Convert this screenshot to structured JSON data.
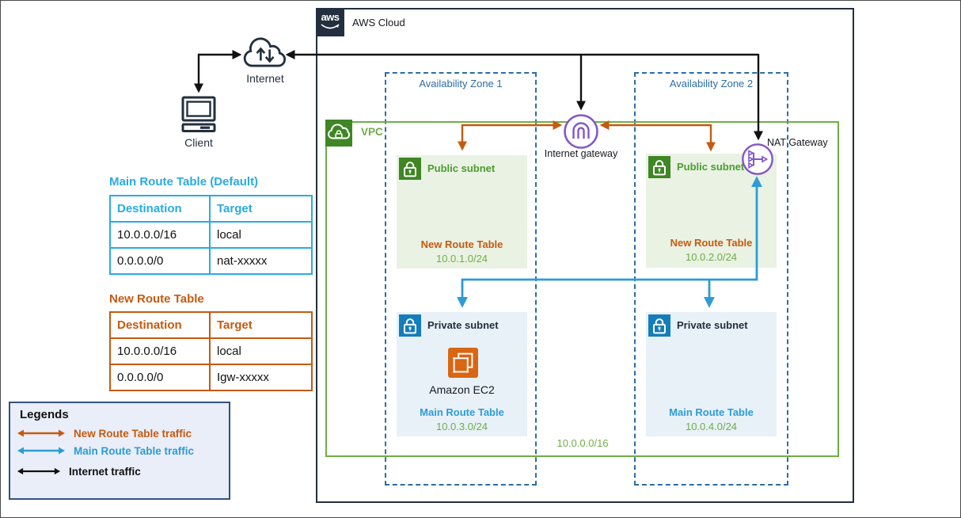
{
  "colors": {
    "new_route_traffic_orange": "#C55A11",
    "main_route_traffic_blue": "#2E9BD6",
    "internet_traffic_black": "#111111",
    "vpc_green": "#70AD47",
    "subnet_icon_green": "#3F8624",
    "subnet_icon_blue": "#147EBA",
    "gateway_purple": "#8456C8",
    "az_dashed_blue": "#2E6DA4",
    "aws_navy": "#232F3E",
    "table_cyan": "#29ABE2",
    "ec2_orange": "#D86613"
  },
  "aws_cloud": {
    "title": "AWS Cloud",
    "logo_text": "aws"
  },
  "external": {
    "internet": "Internet",
    "client": "Client"
  },
  "availability_zones": [
    {
      "label": "Availability Zone 1"
    },
    {
      "label": "Availability Zone 2"
    }
  ],
  "vpc": {
    "label": "VPC",
    "cidr": "10.0.0.0/16"
  },
  "gateways": {
    "internet_gateway": "Internet gateway",
    "nat_gateway": "NAT Gateway"
  },
  "subnets": [
    {
      "label": "Public subnet",
      "route_table": "New Route Table",
      "cidr": "10.0.1.0/24"
    },
    {
      "label": "Public subnet",
      "route_table": "New Route Table",
      "cidr": "10.0.2.0/24"
    },
    {
      "label": "Private subnet",
      "route_table": "Main Route Table",
      "cidr": "10.0.3.0/24",
      "instance": "Amazon EC2"
    },
    {
      "label": "Private subnet",
      "route_table": "Main Route Table",
      "cidr": "10.0.4.0/24"
    }
  ],
  "route_tables": [
    {
      "title": "Main Route Table (Default)",
      "headers": [
        "Destination",
        "Target"
      ],
      "rows": [
        [
          "10.0.0.0/16",
          "local"
        ],
        [
          "0.0.0.0/0",
          "nat-xxxxx"
        ]
      ]
    },
    {
      "title": "New Route Table",
      "headers": [
        "Destination",
        "Target"
      ],
      "rows": [
        [
          "10.0.0.0/16",
          "local"
        ],
        [
          "0.0.0.0/0",
          "Igw-xxxxx"
        ]
      ]
    }
  ],
  "legend": {
    "title": "Legends",
    "items": [
      {
        "label": "New Route Table traffic",
        "color": "#C55A11"
      },
      {
        "label": "Main Route Table traffic",
        "color": "#2E9BD6"
      },
      {
        "label": "Internet traffic",
        "color": "#111111"
      }
    ]
  }
}
